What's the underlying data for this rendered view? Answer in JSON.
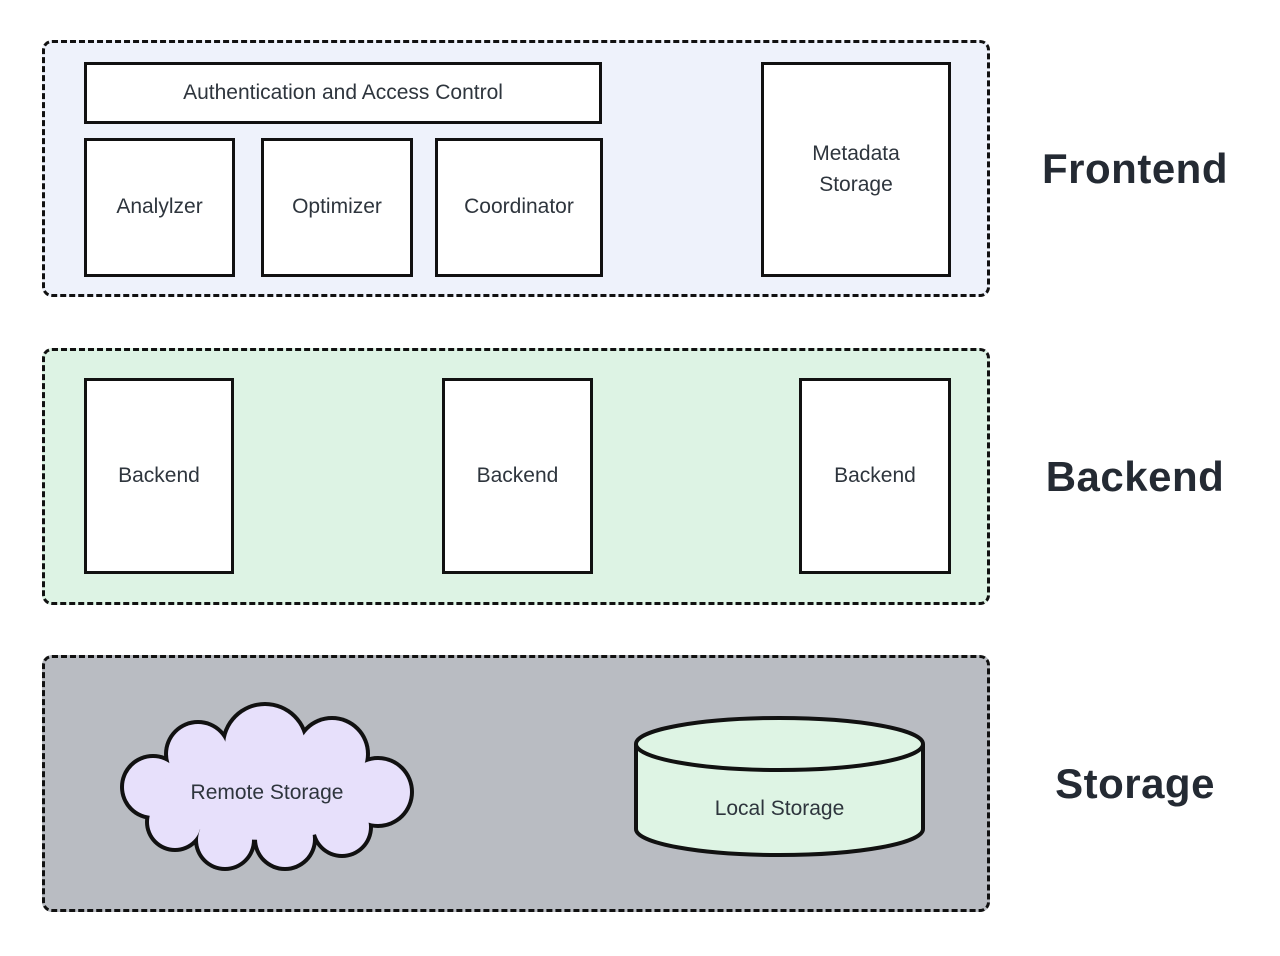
{
  "diagram": {
    "sections": {
      "frontend": {
        "label": "Frontend",
        "auth": "Authentication and Access Control",
        "analyzer": "Analylzer",
        "optimizer": "Optimizer",
        "coordinator": "Coordinator",
        "metadata": "Metadata Storage"
      },
      "backend": {
        "label": "Backend",
        "node1": "Backend",
        "node2": "Backend",
        "node3": "Backend"
      },
      "storage": {
        "label": "Storage",
        "cloud": "Remote Storage",
        "cylinder": "Local Storage"
      }
    },
    "colors": {
      "frontend_bg": "#eef2fb",
      "backend_bg": "#ddf3e4",
      "storage_bg": "#b9bcc2",
      "cloud_fill": "#e7e0fb",
      "cylinder_fill": "#def4e4",
      "node_bg": "#ffffff",
      "outline": "#111111",
      "node_text": "#2e353d",
      "label_text": "#242a33"
    }
  }
}
